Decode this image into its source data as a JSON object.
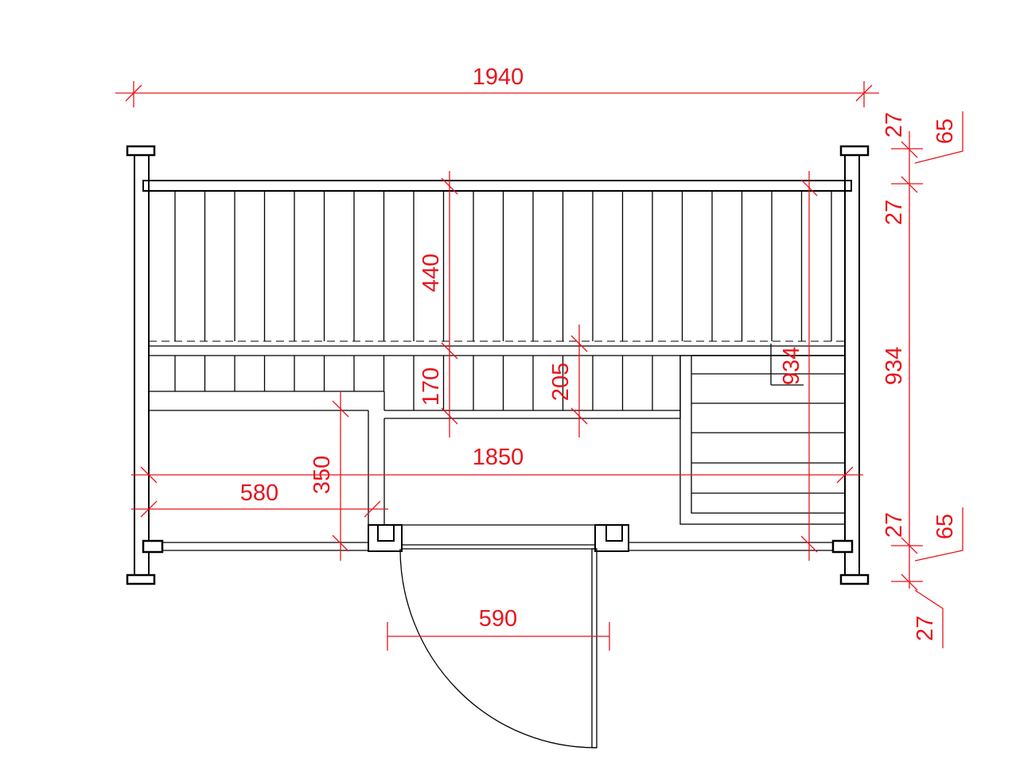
{
  "colors": {
    "drawing": "#000000",
    "dimension": "#e8141b",
    "background": "#ffffff"
  },
  "dimensions": {
    "overall_width": "1940",
    "inner_width": "1850",
    "bench_left_width": "580",
    "door_width": "590",
    "bench_left_depth": "350",
    "upper_bench_depth": "440",
    "lower_bench_depth": "170",
    "lower_bench_step": "205",
    "inner_depth": "934",
    "outer_depth": "934",
    "wall_top": "27",
    "wall_top_gap": "27",
    "wall_top_total": "65",
    "wall_bottom": "27",
    "wall_bottom_gap": "27",
    "wall_bottom_total": "65"
  }
}
